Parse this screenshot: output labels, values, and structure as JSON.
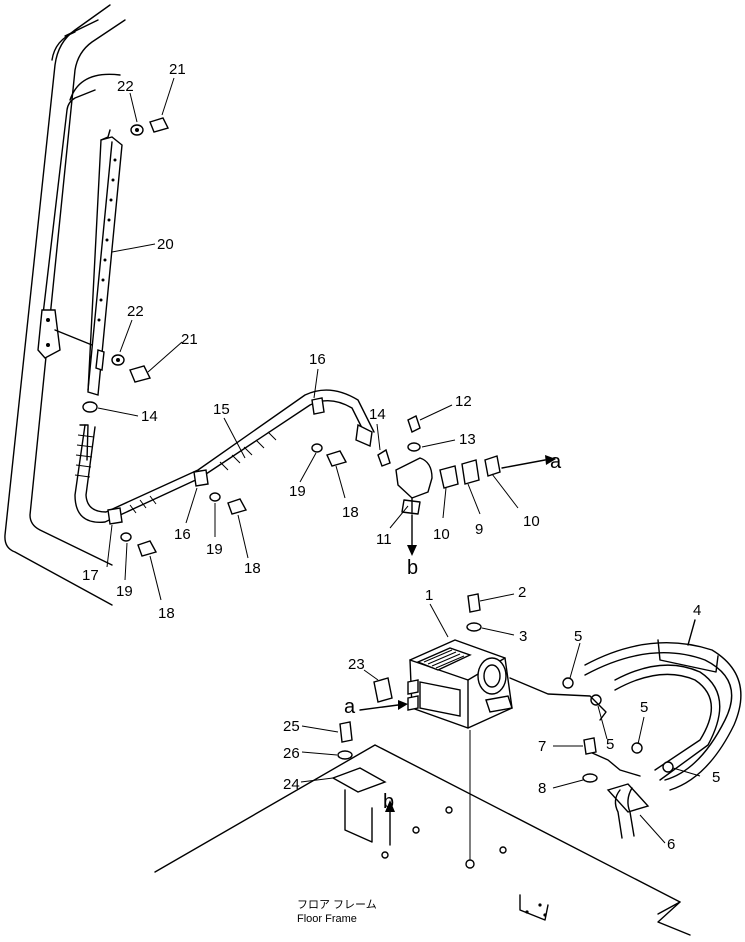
{
  "callouts": {
    "c1": "1",
    "c2": "2",
    "c3": "3",
    "c4": "4",
    "c5a": "5",
    "c5b": "5",
    "c5c": "5",
    "c5d": "5",
    "c6": "6",
    "c7": "7",
    "c8": "8",
    "c9": "9",
    "c10a": "10",
    "c10b": "10",
    "c11": "11",
    "c12": "12",
    "c13": "13",
    "c14a": "14",
    "c14b": "14",
    "c15": "15",
    "c16a": "16",
    "c16b": "16",
    "c17": "17",
    "c18a": "18",
    "c18b": "18",
    "c18c": "18",
    "c19a": "19",
    "c19b": "19",
    "c19c": "19",
    "c20": "20",
    "c21a": "21",
    "c21b": "21",
    "c22a": "22",
    "c22b": "22",
    "c23": "23",
    "c24": "24",
    "c25": "25",
    "c26": "26"
  },
  "references": {
    "a_top": "a",
    "b_top": "b",
    "a_bottom": "a",
    "b_bottom": "b"
  },
  "floor_frame": {
    "label_jp": "フロア フレーム",
    "label_en": "Floor Frame"
  }
}
